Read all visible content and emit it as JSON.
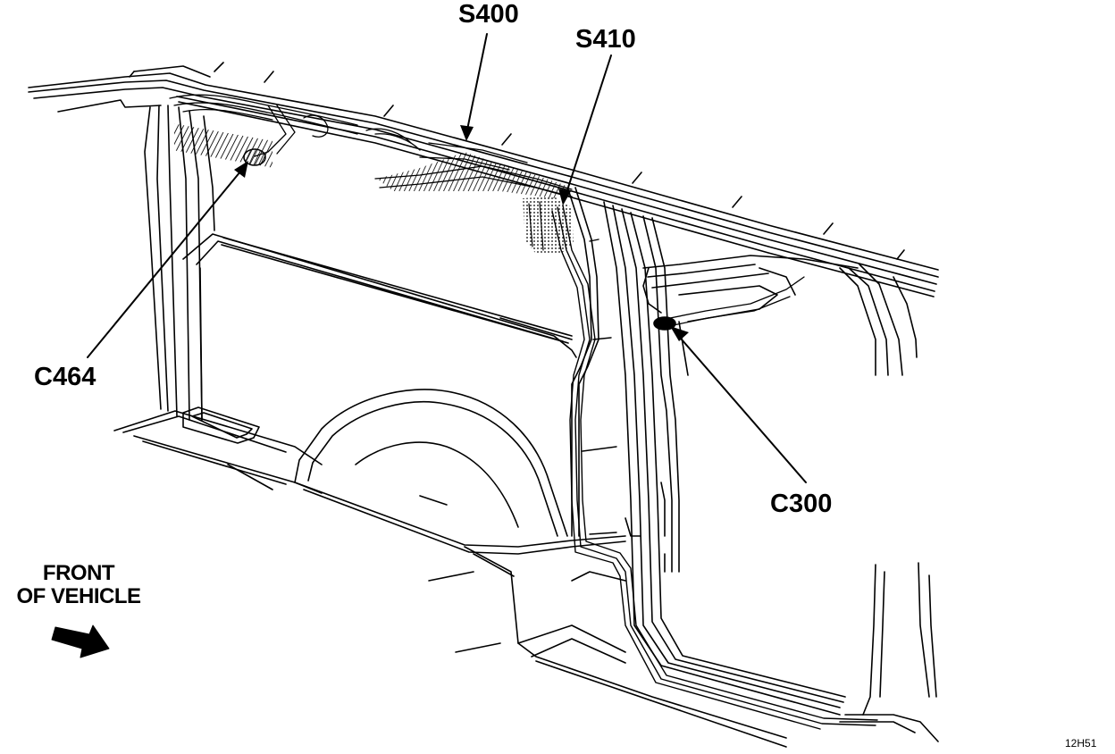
{
  "labels": {
    "s400": "S400",
    "s410": "S410",
    "c464": "C464",
    "c300": "C300",
    "front_line1": "FRONT",
    "front_line2": "OF VEHICLE",
    "figure_id": "12H51"
  },
  "colors": {
    "ink": "#000000",
    "paper": "#ffffff"
  }
}
